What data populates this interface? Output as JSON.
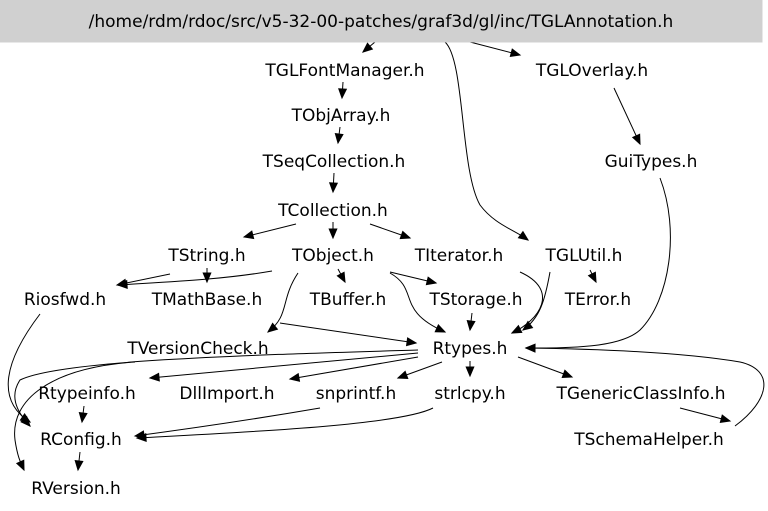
{
  "diagram": {
    "root": {
      "id": "root",
      "label": "/home/rdm/rdoc/src/v5-32-00-patches/graf3d/gl/inc/TGLAnnotation.h"
    },
    "nodes": [
      {
        "id": "TGLFontManager",
        "label": "TGLFontManager.h"
      },
      {
        "id": "TGLOverlay",
        "label": "TGLOverlay.h"
      },
      {
        "id": "TObjArray",
        "label": "TObjArray.h"
      },
      {
        "id": "TSeqCollection",
        "label": "TSeqCollection.h"
      },
      {
        "id": "GuiTypes",
        "label": "GuiTypes.h"
      },
      {
        "id": "TCollection",
        "label": "TCollection.h"
      },
      {
        "id": "TString",
        "label": "TString.h"
      },
      {
        "id": "TObject",
        "label": "TObject.h"
      },
      {
        "id": "TIterator",
        "label": "TIterator.h"
      },
      {
        "id": "TGLUtil",
        "label": "TGLUtil.h"
      },
      {
        "id": "Riosfwd",
        "label": "Riosfwd.h"
      },
      {
        "id": "TMathBase",
        "label": "TMathBase.h"
      },
      {
        "id": "TBuffer",
        "label": "TBuffer.h"
      },
      {
        "id": "TStorage",
        "label": "TStorage.h"
      },
      {
        "id": "TError",
        "label": "TError.h"
      },
      {
        "id": "TVersionCheck",
        "label": "TVersionCheck.h"
      },
      {
        "id": "Rtypes",
        "label": "Rtypes.h"
      },
      {
        "id": "Rtypeinfo",
        "label": "Rtypeinfo.h"
      },
      {
        "id": "DllImport",
        "label": "DllImport.h"
      },
      {
        "id": "snprintf",
        "label": "snprintf.h"
      },
      {
        "id": "strlcpy",
        "label": "strlcpy.h"
      },
      {
        "id": "TGenericClassInfo",
        "label": "TGenericClassInfo.h"
      },
      {
        "id": "RConfig",
        "label": "RConfig.h"
      },
      {
        "id": "TSchemaHelper",
        "label": "TSchemaHelper.h"
      },
      {
        "id": "RVersion",
        "label": "RVersion.h"
      }
    ],
    "edges": [
      {
        "from": "root",
        "to": "TGLFontManager"
      },
      {
        "from": "root",
        "to": "TGLOverlay"
      },
      {
        "from": "root",
        "to": "TGLUtil"
      },
      {
        "from": "TGLFontManager",
        "to": "TObjArray"
      },
      {
        "from": "TObjArray",
        "to": "TSeqCollection"
      },
      {
        "from": "TSeqCollection",
        "to": "TCollection"
      },
      {
        "from": "TCollection",
        "to": "TString"
      },
      {
        "from": "TCollection",
        "to": "TObject"
      },
      {
        "from": "TCollection",
        "to": "TIterator"
      },
      {
        "from": "TGLOverlay",
        "to": "GuiTypes"
      },
      {
        "from": "GuiTypes",
        "to": "Rtypes"
      },
      {
        "from": "TString",
        "to": "Riosfwd"
      },
      {
        "from": "TString",
        "to": "TMathBase"
      },
      {
        "from": "TObject",
        "to": "Riosfwd"
      },
      {
        "from": "TObject",
        "to": "TBuffer"
      },
      {
        "from": "TObject",
        "to": "TStorage"
      },
      {
        "from": "TObject",
        "to": "TVersionCheck"
      },
      {
        "from": "TObject",
        "to": "Rtypes"
      },
      {
        "from": "TIterator",
        "to": "Rtypes"
      },
      {
        "from": "TGLUtil",
        "to": "TError"
      },
      {
        "from": "TGLUtil",
        "to": "Rtypes"
      },
      {
        "from": "TStorage",
        "to": "Rtypes"
      },
      {
        "from": "TVersionCheck",
        "to": "Rtypes"
      },
      {
        "from": "Riosfwd",
        "to": "RConfig"
      },
      {
        "from": "Rtypes",
        "to": "Rtypeinfo"
      },
      {
        "from": "Rtypes",
        "to": "DllImport"
      },
      {
        "from": "Rtypes",
        "to": "snprintf"
      },
      {
        "from": "Rtypes",
        "to": "strlcpy"
      },
      {
        "from": "Rtypes",
        "to": "TGenericClassInfo"
      },
      {
        "from": "Rtypes",
        "to": "RConfig"
      },
      {
        "from": "TVersionCheck",
        "to": "RVersion"
      },
      {
        "from": "Rtypeinfo",
        "to": "RConfig"
      },
      {
        "from": "snprintf",
        "to": "RConfig"
      },
      {
        "from": "strlcpy",
        "to": "RConfig"
      },
      {
        "from": "RConfig",
        "to": "RVersion"
      },
      {
        "from": "TGenericClassInfo",
        "to": "TSchemaHelper"
      },
      {
        "from": "TSchemaHelper",
        "to": "Rtypes"
      }
    ]
  }
}
